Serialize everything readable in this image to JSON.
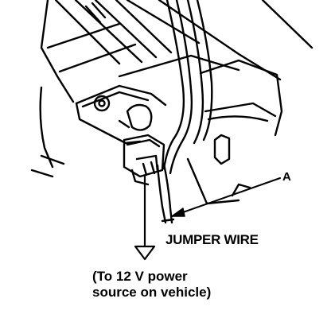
{
  "labels": {
    "callout_a": "A",
    "jumper_wire": "JUMPER WIRE",
    "note_line1": "(To 12 V power",
    "note_line2": "source on vehicle)"
  },
  "colors": {
    "ink": "#000000",
    "background": "#ffffff"
  },
  "icons": {
    "ground_symbol": "ground-triangle-icon"
  }
}
